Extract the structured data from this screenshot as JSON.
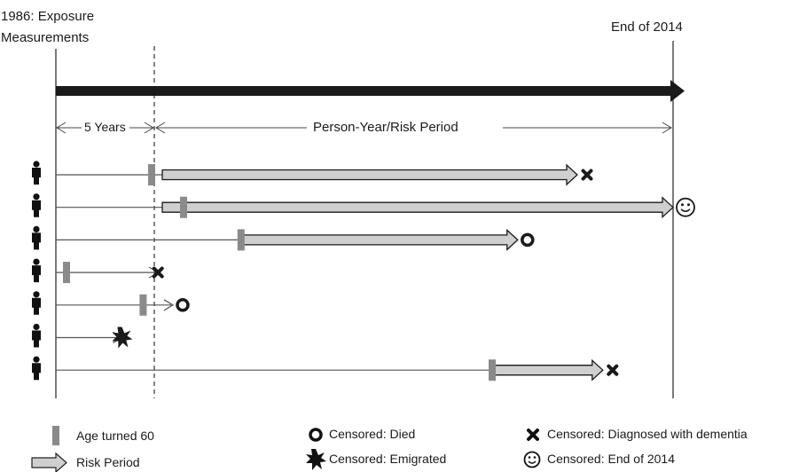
{
  "labels": {
    "start_line1": "1986: Exposure",
    "start_line2": "Measurements",
    "end": "End of 2014",
    "five_years": "5 Years",
    "person_year": "Person-Year/Risk Period"
  },
  "legend": {
    "age60": "Age turned 60",
    "risk_period": "Risk Period",
    "died": "Censored: Died",
    "emigrated": "Censored: Emigrated",
    "dementia": "Censored: Diagnosed with dementia",
    "end2014": "Censored: End of 2014"
  },
  "subjects": [
    {
      "id": 1,
      "age60_year": 4.5,
      "risk_start_year": 5,
      "end_year": 24.5,
      "outcome": "dementia",
      "risk_period": true
    },
    {
      "id": 2,
      "age60_year": 6.0,
      "risk_start_year": 5,
      "end_year": 29,
      "outcome": "end2014",
      "risk_period": true
    },
    {
      "id": 3,
      "age60_year": 8.7,
      "risk_start_year": 8.7,
      "end_year": 21.7,
      "outcome": "died",
      "risk_period": true
    },
    {
      "id": 4,
      "age60_year": 0.5,
      "risk_start_year": null,
      "end_year": 4.8,
      "outcome": "dementia",
      "risk_period": false
    },
    {
      "id": 5,
      "age60_year": 4.1,
      "risk_start_year": null,
      "end_year": 5.5,
      "outcome": "died",
      "risk_period": false
    },
    {
      "id": 6,
      "age60_year": null,
      "risk_start_year": null,
      "end_year": 3.1,
      "outcome": "emigrated",
      "risk_period": false
    },
    {
      "id": 7,
      "age60_year": 20.5,
      "risk_start_year": 20.5,
      "end_year": 25.7,
      "outcome": "dementia",
      "risk_period": true
    }
  ],
  "colors": {
    "dark": "#1a1a1a",
    "bar_fill": "#cfcfcf",
    "tick_fill": "#8a8a8a",
    "thin_line": "#555555"
  }
}
